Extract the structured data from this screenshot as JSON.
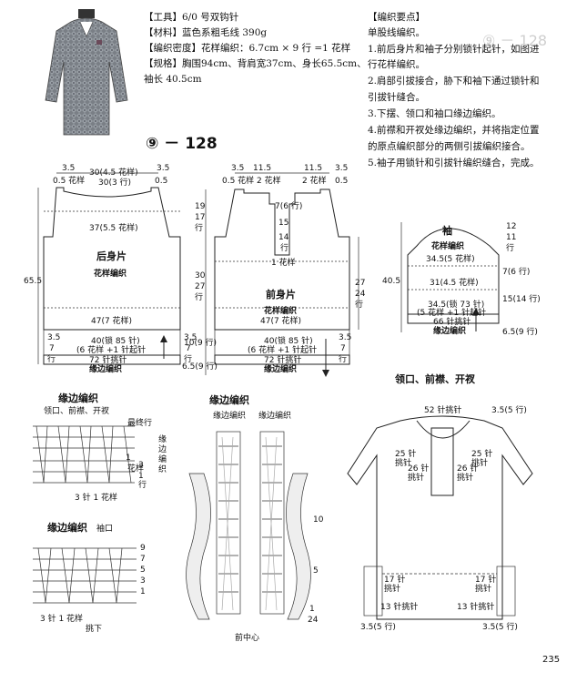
{
  "materials": {
    "tools": "【工具】6/0 号双钩针",
    "material": "【材料】蓝色系粗毛线 390g",
    "gauge": "【编织密度】花样编织：6.7cm × 9 行 =1 花样",
    "size1": "【规格】胸围94cm、背肩宽37cm、身长65.5cm、",
    "size2": "袖长 40.5cm"
  },
  "steps": {
    "title": "【编织要点】",
    "s0": "单股线编织。",
    "s1a": "1.前后身片和袖子分别锁针起针，如图进",
    "s1b": "行花样编织。",
    "s2a": "2.肩部引拔接合，胁下和袖下通过锁针和",
    "s2b": "引拔针缝合。",
    "s3": "3.下摆、领口和袖口缘边编织。",
    "s4a": "4.前襟和开衩处缘边编织，并将指定位置",
    "s4b": "的原点编织部分的两侧引拔编织接合。",
    "s5": "5.袖子用锁针和引拔针编织缝合，完成。"
  },
  "pattern_no": "⑨ － 128",
  "watermark": "⑨ － 128",
  "back": {
    "title": "后身片",
    "pattern": "花样编织",
    "top_width": "30(4.5 花样)",
    "neck_width": "30(3 行)",
    "shoulder_l": "3.5",
    "shoulder_r": "3.5",
    "shoulder_l2": "0.5 花样",
    "shoulder_r2": "0.5",
    "mid_width": "37(5.5 花样)",
    "lower_width": "47(7 花样)",
    "chain1": "40(锁 85 针)",
    "chain2": "(6 花样 +1 针起针",
    "border_sts": "72 针挑针",
    "border": "缘边编织",
    "height": "65.5",
    "side_l": "3.5",
    "side_l2": "7",
    "side_l3": "行",
    "side_r": "3.5",
    "side_r2": "7",
    "side_r3": "行"
  },
  "front": {
    "title": "前身片",
    "pattern": "花样编织",
    "top_left": "3.5",
    "top_l2": "11.5",
    "top_r": "11.5",
    "top_r2": "3.5",
    "sub_l": "0.5 花样",
    "sub_l2": "2 花样",
    "sub_r": "2 花样",
    "sub_r2": "0.5",
    "neck_depth": "7(6 行)",
    "placket_w": "15",
    "placket_h": "14",
    "placket_h2": "行",
    "one_pattern": "1 花样",
    "lower_width": "47(7 花样)",
    "chain1": "40(锁 85 针)",
    "chain2": "(6 花样 +1 针起针",
    "border_sts": "72 针挑针",
    "border": "缘边编织",
    "h_top": "19",
    "h_top2": "17",
    "h_top3": "行",
    "h_mid": "30",
    "h_mid2": "27",
    "h_mid3": "行",
    "h_bot": "10(9 行)",
    "h_base": "6.5(9 行)",
    "right_h": "27",
    "right_h2": "24",
    "right_h3": "行",
    "side": "3.5",
    "side2": "7",
    "side3": "行"
  },
  "sleeve": {
    "title": "袖",
    "pattern": "花样编织",
    "top_width": "34.5(5 花样)",
    "mid_width": "31(4.5 花样)",
    "cuff": "34.5(锁 73 针)",
    "cuff2": "(5 花样 +1 针起针",
    "cuff_sts": "66 针挑针",
    "border": "缘边编织",
    "cap_h": "12",
    "cap_h2": "11",
    "cap_h3": "行",
    "h1": "7(6 行)",
    "h2": "15(14 行)",
    "h3": "6.5(9 行)",
    "total": "40.5"
  },
  "chart1": {
    "title": "缘边编织",
    "sub": "领口、前襟、开衩",
    "last_row": "最终行",
    "r3": "3",
    "r1": "1",
    "r_u": "行",
    "right": "1",
    "right2": "花样",
    "bottom": "3 针 1 花样"
  },
  "chart2": {
    "title": "缘边编织",
    "sub": "袖口",
    "rows": [
      "9",
      "7",
      "5",
      "3",
      "1"
    ],
    "bottom": "3 针 1 花样",
    "pick": "挑下"
  },
  "chart3": {
    "title": "缘边编织",
    "left_label": "缘边编织",
    "top_l": "缘边编织",
    "top_r": "缘边编织",
    "center": "前中心",
    "rows": [
      "10",
      "5",
      "1",
      "24"
    ]
  },
  "assembly": {
    "title": "领口、前襟、开衩",
    "neck": "52 针挑针",
    "corner": "3.5(5 行)",
    "left1": "25 针",
    "left2": "挑针",
    "right1": "25 针",
    "right2": "挑针",
    "inner_l": "26 针",
    "inner_l2": "挑针",
    "inner_r": "26 针",
    "inner_r2": "挑针",
    "split_l1": "17 针",
    "split_l2": "挑针",
    "split_r1": "17 针",
    "split_r2": "挑针",
    "hem_l": "13 针挑针",
    "hem_r": "13 针挑针",
    "bottom_l": "3.5(5 行)",
    "bottom_r": "3.5(5 行)"
  },
  "page_number": "235"
}
